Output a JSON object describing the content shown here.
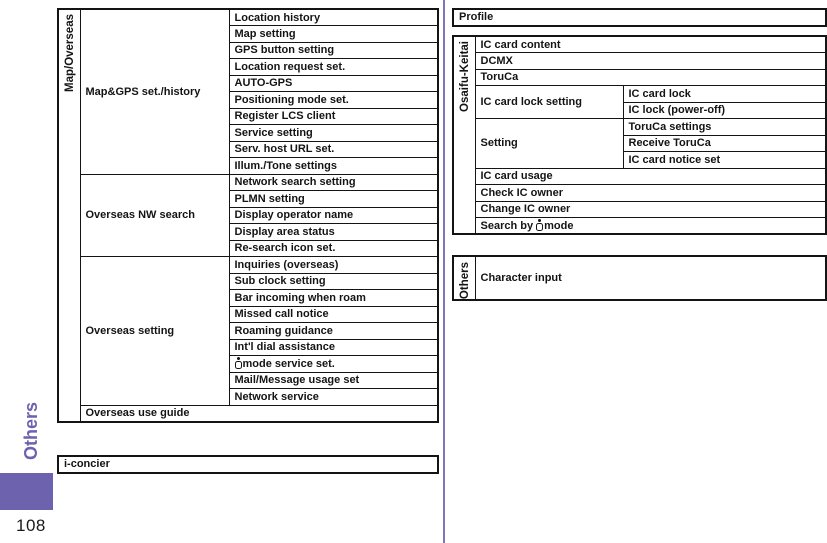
{
  "colors": {
    "highlight_pink": "#fbd8e1",
    "tab_purple": "#6d62ae",
    "divider_purple": "#8077bb",
    "border_black": "#141414"
  },
  "page": {
    "number": "108",
    "side_tab_label": "Others"
  },
  "left_section": {
    "category_label": "Map/Overseas",
    "groups": [
      {
        "label": "Map&GPS set./history",
        "items": [
          {
            "label": "Location history",
            "highlight": false
          },
          {
            "label": "Map setting",
            "highlight": true
          },
          {
            "label": "GPS button setting",
            "highlight": true
          },
          {
            "label": "Location request set.",
            "highlight": true
          },
          {
            "label": "AUTO-GPS",
            "highlight": true
          },
          {
            "label": "Positioning mode set.",
            "highlight": true
          },
          {
            "label": "Register LCS client",
            "highlight": false
          },
          {
            "label": "Service setting",
            "highlight": false
          },
          {
            "label": "Serv. host URL set.",
            "highlight": true
          },
          {
            "label": "Illum./Tone settings",
            "highlight": true
          }
        ]
      },
      {
        "label": "Overseas NW search",
        "items": [
          {
            "label": "Network search setting",
            "highlight": true
          },
          {
            "label": "PLMN setting",
            "highlight": false
          },
          {
            "label": "Display operator name",
            "highlight": true
          },
          {
            "label": "Display area status",
            "highlight": false
          },
          {
            "label": "Re-search icon set.",
            "highlight": true
          }
        ]
      },
      {
        "label": "Overseas setting",
        "items": [
          {
            "label": "Inquiries (overseas)",
            "highlight": false
          },
          {
            "label": "Sub clock setting",
            "highlight": true
          },
          {
            "label": "Bar incoming when roam",
            "highlight": false
          },
          {
            "label": "Missed call notice",
            "highlight": false
          },
          {
            "label": "Roaming guidance",
            "highlight": false
          },
          {
            "label": "Int'l dial assistance",
            "highlight": true
          },
          {
            "prefix": "",
            "icon": "imode-icon",
            "label": "mode service set.",
            "highlight": false
          },
          {
            "label": "Mail/Message usage set",
            "highlight": true
          },
          {
            "label": "Network service",
            "highlight": false
          }
        ]
      }
    ],
    "footer_item": {
      "label": "Overseas use guide",
      "highlight": false
    },
    "standalone_item": {
      "label": "i-concier",
      "highlight": false
    }
  },
  "right_section": {
    "profile_item": {
      "label": "Profile",
      "highlight": false
    },
    "osaifu_table": {
      "category_label": "Osaifu-Keitai",
      "rows": [
        {
          "type": "full",
          "label": "IC card content",
          "highlight": false
        },
        {
          "type": "full",
          "label": "DCMX",
          "highlight": false
        },
        {
          "type": "full",
          "label": "ToruCa",
          "highlight": false
        },
        {
          "type": "group",
          "label": "IC card lock setting",
          "items": [
            {
              "label": "IC card lock",
              "highlight": true
            },
            {
              "label": "IC lock (power-off)",
              "highlight": true
            }
          ]
        },
        {
          "type": "group",
          "label": "Setting",
          "items": [
            {
              "label": "ToruCa settings",
              "highlight": true
            },
            {
              "label": "Receive ToruCa",
              "highlight": true
            },
            {
              "label": "IC card notice set",
              "highlight": true
            }
          ]
        },
        {
          "type": "full",
          "label": "IC card usage",
          "highlight": false
        },
        {
          "type": "full",
          "label": "Check IC owner",
          "highlight": false
        },
        {
          "type": "full",
          "label": "Change IC owner",
          "highlight": false
        },
        {
          "type": "full",
          "prefix": "Search by ",
          "icon": "imode-icon",
          "label": "mode",
          "highlight": false
        }
      ]
    },
    "others_table": {
      "category_label": "Others",
      "item": {
        "label": "Character input",
        "highlight": true
      }
    }
  }
}
